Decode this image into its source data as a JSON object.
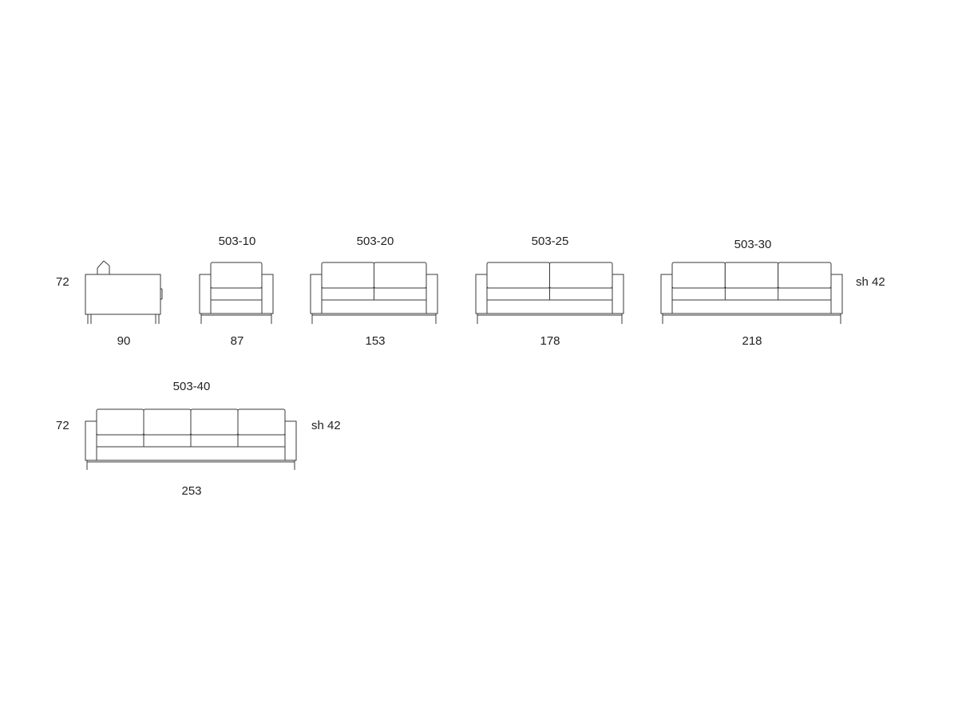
{
  "height_labels": [
    "72",
    "72"
  ],
  "seat_height_labels": [
    "sh 42",
    "sh 42"
  ],
  "side_view": {
    "width": "90"
  },
  "models": [
    {
      "code": "503-10",
      "width": "87",
      "seats": 1
    },
    {
      "code": "503-20",
      "width": "153",
      "seats": 2
    },
    {
      "code": "503-25",
      "width": "178",
      "seats": 2
    },
    {
      "code": "503-30",
      "width": "218",
      "seats": 3
    },
    {
      "code": "503-40",
      "width": "253",
      "seats": 4
    }
  ],
  "colors": {
    "line": "#3a3a3a",
    "text": "#222222",
    "background": "#ffffff"
  }
}
